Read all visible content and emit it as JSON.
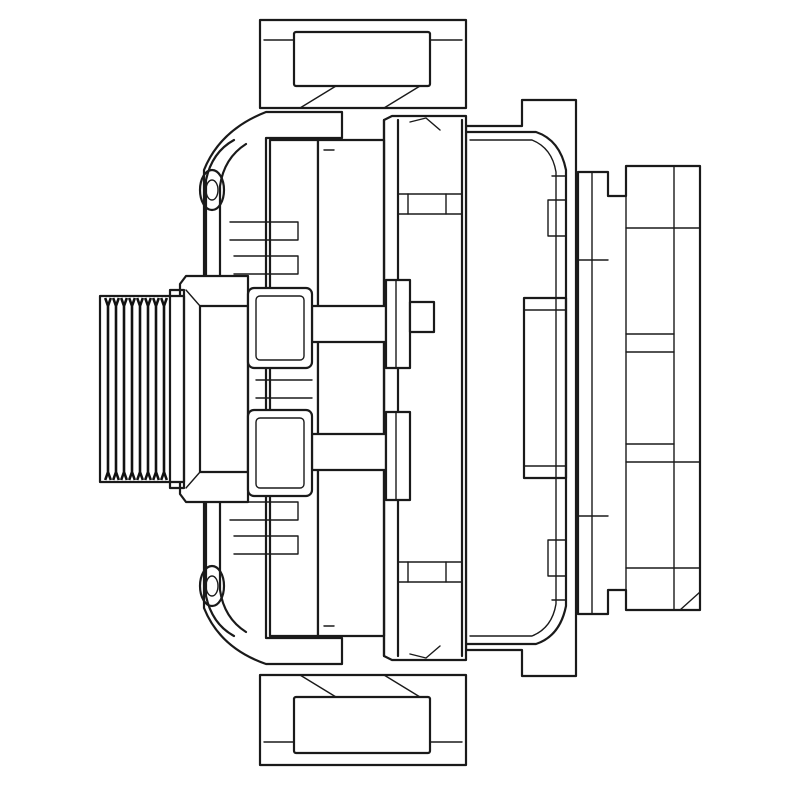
{
  "drawing": {
    "subject": "alternator-line-drawing",
    "line_color": "#1a1a1a",
    "background_color": "#ffffff",
    "components": [
      {
        "name": "pulley",
        "grooves": 8
      },
      {
        "name": "front-housing"
      },
      {
        "name": "top-mounting-ear"
      },
      {
        "name": "bottom-mounting-ear"
      },
      {
        "name": "through-bolt",
        "count": 2
      },
      {
        "name": "stator"
      },
      {
        "name": "rear-housing"
      },
      {
        "name": "rear-cover"
      }
    ]
  }
}
